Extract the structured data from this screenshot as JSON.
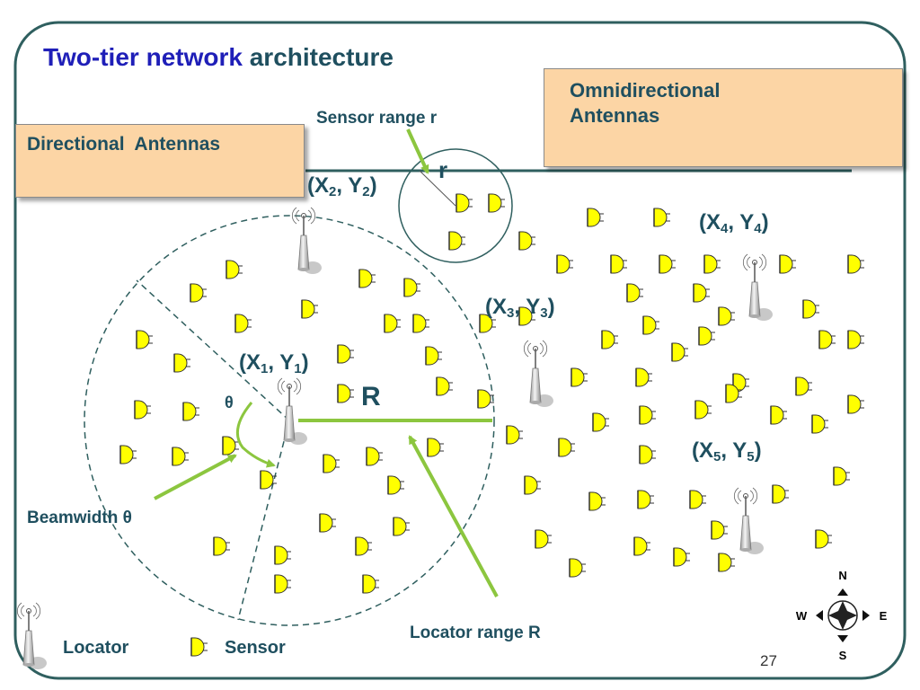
{
  "slide": {
    "title_part1": "Two-tier network",
    "title_part2": "architecture",
    "page_number": "27"
  },
  "boxes": {
    "directional": "Directional  Antennas",
    "omnidirectional_line1": "Omnidirectional",
    "omnidirectional_line2": "Antennas"
  },
  "labels": {
    "sensor_range": "Sensor range r",
    "r": "r",
    "R": "R",
    "theta": "θ",
    "beamwidth": "Beamwidth θ",
    "locator_range": "Locator range R"
  },
  "coords": [
    {
      "x": "X",
      "y": "Y",
      "sub": "1"
    },
    {
      "x": "X",
      "y": "Y",
      "sub": "2"
    },
    {
      "x": "X",
      "y": "Y",
      "sub": "3"
    },
    {
      "x": "X",
      "y": "Y",
      "sub": "4"
    },
    {
      "x": "X",
      "y": "Y",
      "sub": "5"
    }
  ],
  "legend": {
    "locator": "Locator",
    "sensor": "Sensor"
  },
  "compass": {
    "n": "N",
    "s": "S",
    "e": "E",
    "w": "W"
  },
  "colors": {
    "accent_green": "#8cc63f",
    "frame": "#2f5f5f",
    "sensor_yellow": "#ffff00",
    "box_fill": "#fcd5a5"
  }
}
